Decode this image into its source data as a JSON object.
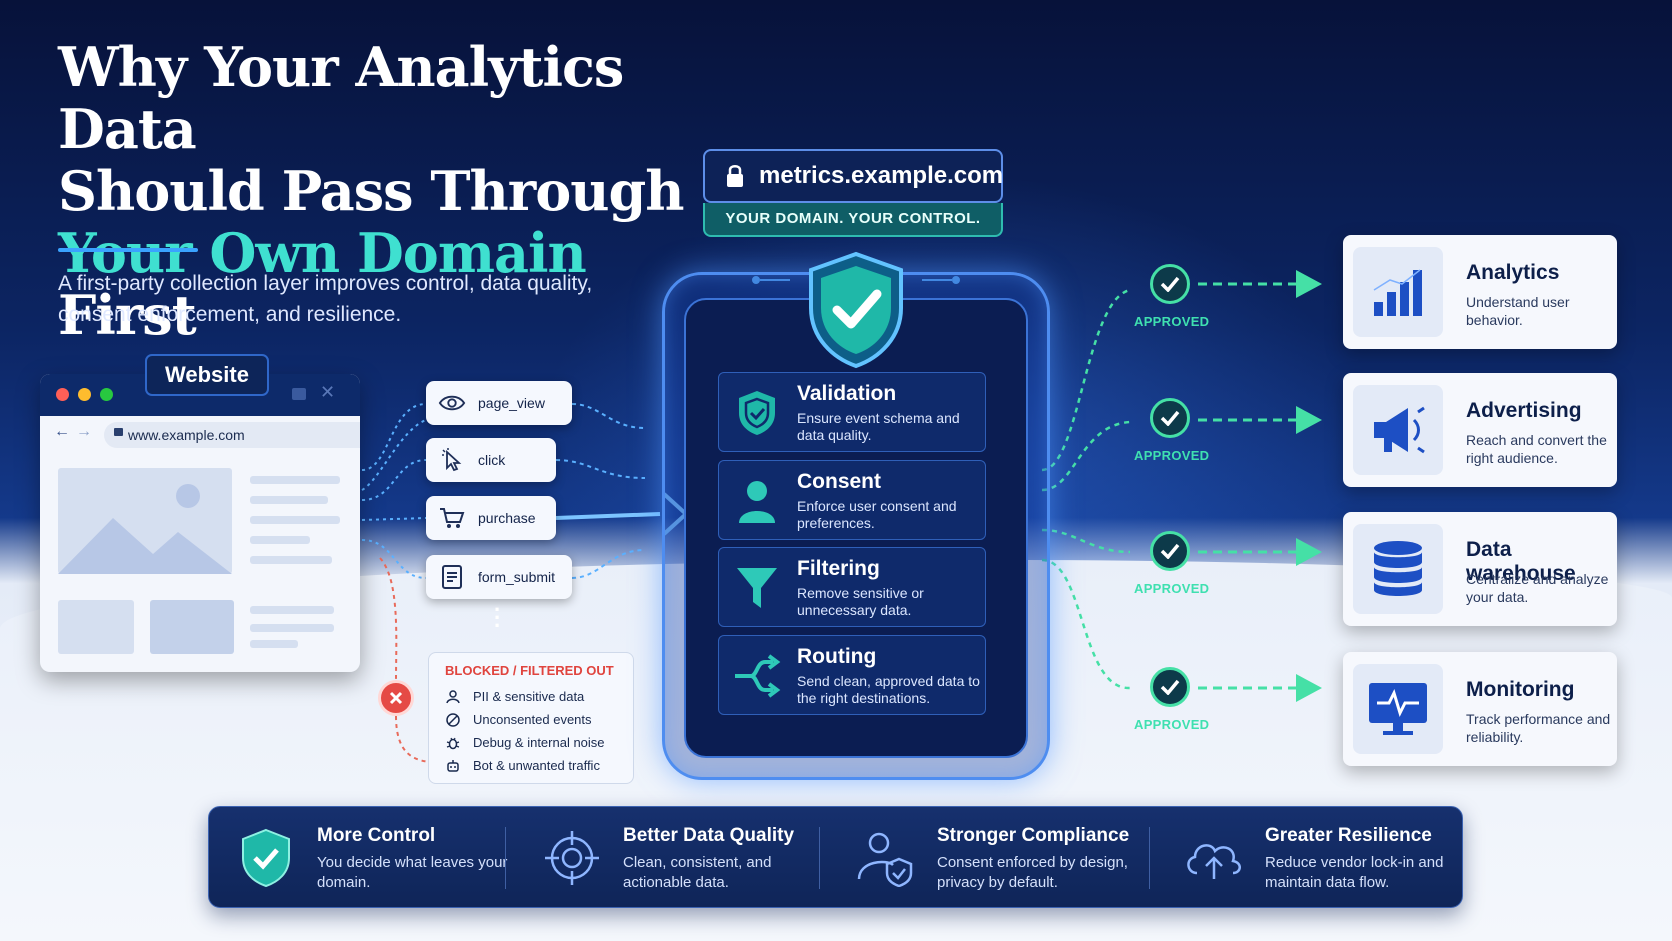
{
  "title": {
    "line1": "Why Your Analytics Data",
    "line2": "Should Pass Through",
    "accent": "Your Own Domain",
    "line3_rest": " First"
  },
  "subtitle": "A first-party collection layer improves control, data quality, consent enforcement, and resilience.",
  "website": {
    "label": "Website",
    "url": "www.example.com"
  },
  "events": [
    {
      "label": "page_view",
      "icon": "eye-icon"
    },
    {
      "label": "click",
      "icon": "cursor-icon"
    },
    {
      "label": "purchase",
      "icon": "cart-icon"
    },
    {
      "label": "form_submit",
      "icon": "form-icon"
    }
  ],
  "blocked": {
    "title": "BLOCKED / FILTERED OUT",
    "items": [
      {
        "label": "PII & sensitive data",
        "icon": "user-icon"
      },
      {
        "label": "Unconsented events",
        "icon": "no-entry-icon"
      },
      {
        "label": "Debug & internal noise",
        "icon": "bug-icon"
      },
      {
        "label": "Bot & unwanted traffic",
        "icon": "bot-icon"
      }
    ]
  },
  "domain": {
    "host": "metrics.example.com",
    "tagline": "YOUR DOMAIN. YOUR CONTROL."
  },
  "steps": [
    {
      "title": "Validation",
      "desc": "Ensure event schema and data quality.",
      "icon": "shield-check-icon"
    },
    {
      "title": "Consent",
      "desc": "Enforce user consent and preferences.",
      "icon": "user-icon"
    },
    {
      "title": "Filtering",
      "desc": "Remove sensitive or unnecessary data.",
      "icon": "funnel-icon"
    },
    {
      "title": "Routing",
      "desc": "Send clean, approved data to the right destinations.",
      "icon": "route-icon"
    }
  ],
  "approved_label": "APPROVED",
  "destinations": [
    {
      "title": "Analytics",
      "desc": "Understand user behavior.",
      "icon": "bar-chart-icon"
    },
    {
      "title": "Advertising",
      "desc": "Reach and convert the right audience.",
      "icon": "megaphone-icon"
    },
    {
      "title": "Data warehouse",
      "desc": "Centralize and analyze your data.",
      "icon": "database-icon"
    },
    {
      "title": "Monitoring",
      "desc": "Track performance and reliability.",
      "icon": "monitor-icon"
    }
  ],
  "benefits": [
    {
      "title": "More Control",
      "desc": "You decide what leaves your domain.",
      "icon": "shield-check-icon"
    },
    {
      "title": "Better Data Quality",
      "desc": "Clean, consistent, and actionable data.",
      "icon": "target-icon"
    },
    {
      "title": "Stronger Compliance",
      "desc": "Consent enforced by design, privacy by default.",
      "icon": "user-shield-icon"
    },
    {
      "title": "Greater Resilience",
      "desc": "Reduce vendor lock-in and maintain data flow.",
      "icon": "cloud-upload-icon"
    }
  ],
  "colors": {
    "accent_teal": "#3fe0d0",
    "approved_green": "#45e0a6",
    "blocked_red": "#e54a45",
    "navy": "#0b1d52"
  }
}
